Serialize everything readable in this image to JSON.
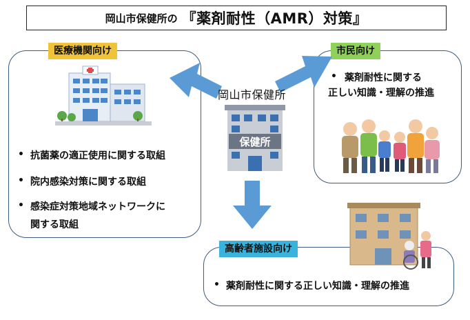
{
  "title": {
    "prefix": "岡山市保健所の",
    "main": "『薬剤耐性（AMR）対策』"
  },
  "center": {
    "label": "岡山市保健所",
    "building_sign": "保健所"
  },
  "medical": {
    "tag": "医療機関向け",
    "items": [
      "抗菌薬の適正使用に関する取組",
      "院内感染対策に関する取組",
      "感染症対策地域ネットワークに",
      "関する取組"
    ]
  },
  "citizens": {
    "tag": "市民向け",
    "items": [
      "薬剤耐性に関する",
      "正しい知識・理解の推進"
    ]
  },
  "elderly": {
    "tag": "高齢者施設向け",
    "items": [
      "薬剤耐性に関する正しい知識・理解の推進"
    ]
  },
  "bullet_symbol": "•",
  "colors": {
    "arrow": "#5b9bd5",
    "medical_tag": "#f0c43a",
    "citizens_tag": "#8fd15a",
    "elderly_tag": "#39b3dc",
    "panel_border": "#3d5a80"
  }
}
